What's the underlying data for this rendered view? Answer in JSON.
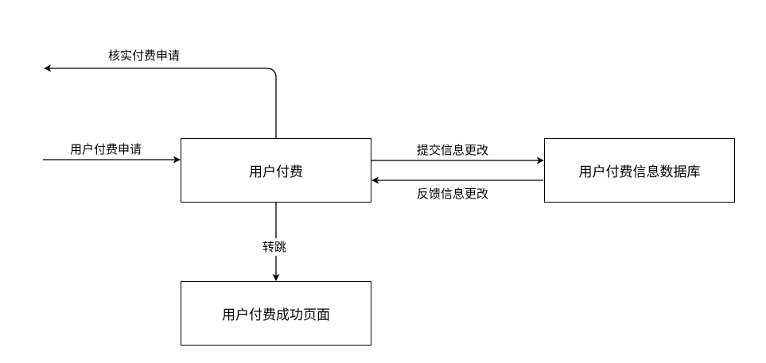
{
  "nodes": {
    "user_payment": "用户付费",
    "payment_db": "用户付费信息数据库",
    "payment_success_page": "用户付费成功页面"
  },
  "edges": {
    "verify_request": "核实付费申请",
    "payment_request": "用户付费申请",
    "submit_change": "提交信息更改",
    "feedback_change": "反馈信息更改",
    "redirect": "转跳"
  },
  "colors": {
    "stroke": "#000000",
    "background": "#ffffff"
  }
}
